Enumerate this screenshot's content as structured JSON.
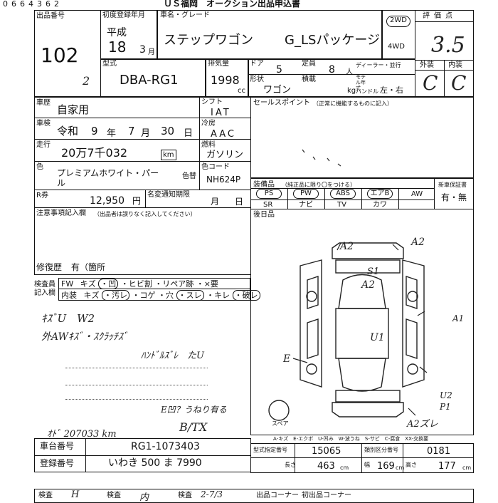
{
  "header": {
    "top_number": "0664362",
    "banner": "ＵＳ福岡　オークション出品申込書"
  },
  "lot": {
    "label": "出品番号",
    "number": "102"
  },
  "registration": {
    "label": "初度登録年月",
    "era": "平成",
    "year": "18",
    "month": "3",
    "month_unit": "月"
  },
  "vehicle": {
    "name_label": "車名・グレード",
    "name": "ステップワゴン",
    "grade": "G_LSパッケージ",
    "model_label": "型式",
    "model": "DBA-RG1",
    "model_note": "2",
    "displacement_label": "排気量",
    "displacement": "1998",
    "displacement_unit": "cc",
    "doors_label": "ドア",
    "doors": "5",
    "seats_label": "定員",
    "seats": "8",
    "seats_unit": "人",
    "shape_label": "形状",
    "shape": "ワゴン",
    "load_label": "積載",
    "load_unit": "kg",
    "dealer_label": "ディーラー・並行",
    "model_year_label": "モデル年式",
    "handle_label": "ハンドル",
    "handle_options": "左・右"
  },
  "drive": {
    "options": [
      "2WD",
      "4WD"
    ],
    "selected": "2WD"
  },
  "evaluation": {
    "label": "評価点",
    "score": "3.5",
    "exterior_label": "外装",
    "interior_label": "内装",
    "exterior": "C",
    "interior": "C"
  },
  "usage": {
    "label": "車歴",
    "value": "自家用"
  },
  "inspection": {
    "label": "車検",
    "era": "令和",
    "year": "9",
    "year_unit": "年",
    "month": "7",
    "month_unit": "月",
    "day": "30",
    "day_unit": "日"
  },
  "mileage": {
    "label": "走行",
    "value": "20万7千032",
    "unit": "km"
  },
  "color": {
    "label": "色",
    "value": "プレミアムホワイト・パール",
    "plate_label": "色替"
  },
  "shift": {
    "label": "シフト",
    "value": "IAT"
  },
  "aircon": {
    "label": "冷房",
    "value": "AAC"
  },
  "fuel": {
    "label": "燃料",
    "value": "ガソリン"
  },
  "color_code": {
    "label": "色コード",
    "value": "NH624P"
  },
  "recycle": {
    "label": "R券",
    "value": "12,950",
    "unit": "円",
    "notice_label": "名変通知期限",
    "month_unit": "月",
    "day_unit": "日"
  },
  "notes": {
    "label": "注意事項記入欄",
    "sub": "（出品者は誤りなく記入してください）",
    "history_label": "修復歴",
    "history_value": "有（箇所"
  },
  "sales_point": {
    "label": "セールスポイント",
    "sub": "（正常に機能するものに記入）"
  },
  "equipment": {
    "label": "装備品",
    "sub": "（純正品に限り〇をつける）",
    "rows": [
      [
        "PS",
        "PW",
        "ABS",
        "エアB",
        "AW"
      ],
      [
        "SR",
        "ナビ",
        "TV",
        "カワ",
        ""
      ]
    ],
    "circled": [
      "PS",
      "PW",
      "ABS",
      "エアB"
    ],
    "warranty_label": "新車保証書",
    "warranty": "有・無"
  },
  "check": {
    "label1": "検査員",
    "label2": "記入欄",
    "fw_line": [
      "FW",
      "キズ",
      "・凹",
      "・ヒビ割",
      "・リペア跡",
      "・×要"
    ],
    "int_line": [
      "内装",
      "キズ",
      "・汚レ",
      "・コゲ",
      "・穴",
      "・スレ",
      "・キレ",
      "・破レ"
    ]
  },
  "handwriting": [
    "ｷｽﾞU　W2",
    "外AWｷｽﾞ・ｽｸﾗｯﾁｽﾞ",
    "ﾊﾝﾄﾞﾙｽﾞﾚ　たU",
    "E凹？うねり有る",
    "ｵﾄﾞ 207033 km",
    "B/TX"
  ],
  "diagram": {
    "label": "後日品",
    "spare_label": "スペア",
    "marks": [
      "A2",
      "A2",
      "S1",
      "A2",
      "U1",
      "E",
      "A1",
      "U2",
      "P1",
      "A2ズレ"
    ],
    "legend": "A-キズ　E-エクボ　U-凹み　W-波うね　S-サビ　C-腐食　XX-交換要"
  },
  "chassis": {
    "label": "車台番号",
    "value": "RG1-1073403"
  },
  "plate": {
    "label": "登録番号",
    "value": "いわき 500 ま 7990"
  },
  "spec": {
    "num_label": "型式指定番号",
    "num": "15065",
    "cat_label": "類別区分番号",
    "cat": "0181",
    "len_label": "長さ",
    "len": "463",
    "wid_label": "幅",
    "wid": "169",
    "hei_label": "高さ",
    "hei": "177",
    "unit": "cm"
  },
  "footer": {
    "cells": [
      "検査",
      "H",
      "検査",
      "内",
      "検査",
      "2-7/3",
      "出品コーナー",
      "初出品コーナー"
    ]
  }
}
